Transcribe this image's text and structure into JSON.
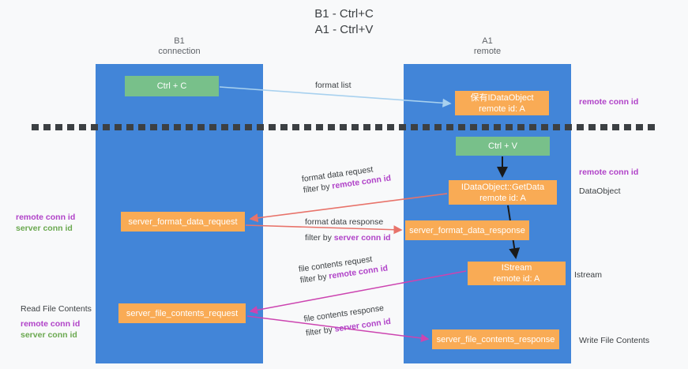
{
  "title": "B1 - Ctrl+C\nA1 - Ctrl+V",
  "columns": {
    "left": {
      "name": "B1",
      "role": "connection",
      "header": "B1\nconnection"
    },
    "right": {
      "name": "A1",
      "role": "remote",
      "header": "A1\nremote"
    }
  },
  "colors": {
    "lane": "#4285d8",
    "box_orange": "#f9ab55",
    "box_green": "#78c08a",
    "background": "#f8f9fa",
    "accent_purple": "#b042c8",
    "accent_green": "#6aa84f",
    "arrow_blue": "#a8d1ef",
    "arrow_red": "#e8736a",
    "arrow_magenta": "#cc44b0",
    "arrow_black": "#1a1a1a",
    "text": "#3c4043"
  },
  "boxes": {
    "ctrl_c": "Ctrl + C",
    "hold_dataobject": "保有IDataObject\nremote id: A",
    "ctrl_v": "Ctrl + V",
    "getdata": "IDataObject::GetData\nremote id: A",
    "server_format_data_request": "server_format_data_request",
    "server_format_data_response": "server_format_data_response",
    "istream": "IStream\nremote id: A",
    "server_file_contents_request": "server_file_contents_request",
    "server_file_contents_response": "server_file_contents_response"
  },
  "flows": [
    {
      "id": "format-list",
      "line1": "format list",
      "filter_prefix": "",
      "filter_value": "",
      "filter_color": ""
    },
    {
      "id": "format-data-request",
      "line1": "format data request",
      "filter_prefix": "filter by ",
      "filter_value": "remote conn id",
      "filter_color": "purple"
    },
    {
      "id": "format-data-response",
      "line1": "format data response",
      "filter_prefix": "filter by ",
      "filter_value": "server conn id",
      "filter_color": "purple"
    },
    {
      "id": "file-contents-request",
      "line1": "file contents request",
      "filter_prefix": "filter by ",
      "filter_value": "remote conn id",
      "filter_color": "purple"
    },
    {
      "id": "file-contents-response",
      "line1": "file contents response",
      "filter_prefix": "filter by ",
      "filter_value": "server conn id",
      "filter_color": "purple"
    }
  ],
  "annotations": {
    "right_top_remote_conn_id": "remote conn id",
    "right_dataobject_remote_conn_id": "remote conn id",
    "right_dataobject_label": "DataObject",
    "right_istream_label": "Istream",
    "right_write_file_contents": "Write File Contents",
    "left_remote_conn_id": "remote conn id",
    "left_server_conn_id": "server conn id",
    "left_read_file_contents": "Read File Contents",
    "left_read_remote_conn_id": "remote conn id",
    "left_read_server_conn_id": "server conn id"
  }
}
